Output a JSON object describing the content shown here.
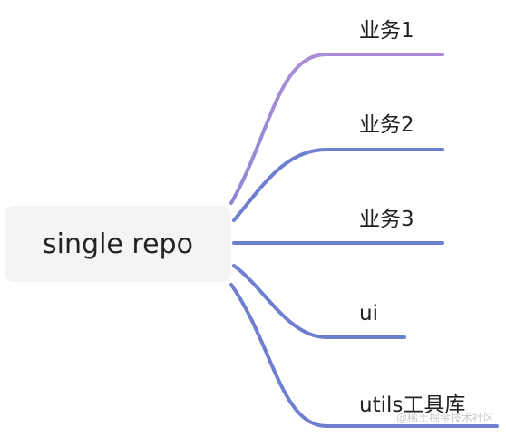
{
  "root": {
    "label": "single repo"
  },
  "children": [
    {
      "label": "业务1",
      "color": "#a98bd6"
    },
    {
      "label": "业务2",
      "color": "#6f7fd0"
    },
    {
      "label": "业务3",
      "color": "#6f7fd0"
    },
    {
      "label": "ui",
      "color": "#6f7fd0"
    },
    {
      "label": "utils工具库",
      "color": "#6f7fd0"
    }
  ],
  "watermark": "@稀土掘金技术社区",
  "colors": {
    "root_background": "#f4f4f4",
    "text": "#222222",
    "watermark": "#c9c9c9"
  }
}
